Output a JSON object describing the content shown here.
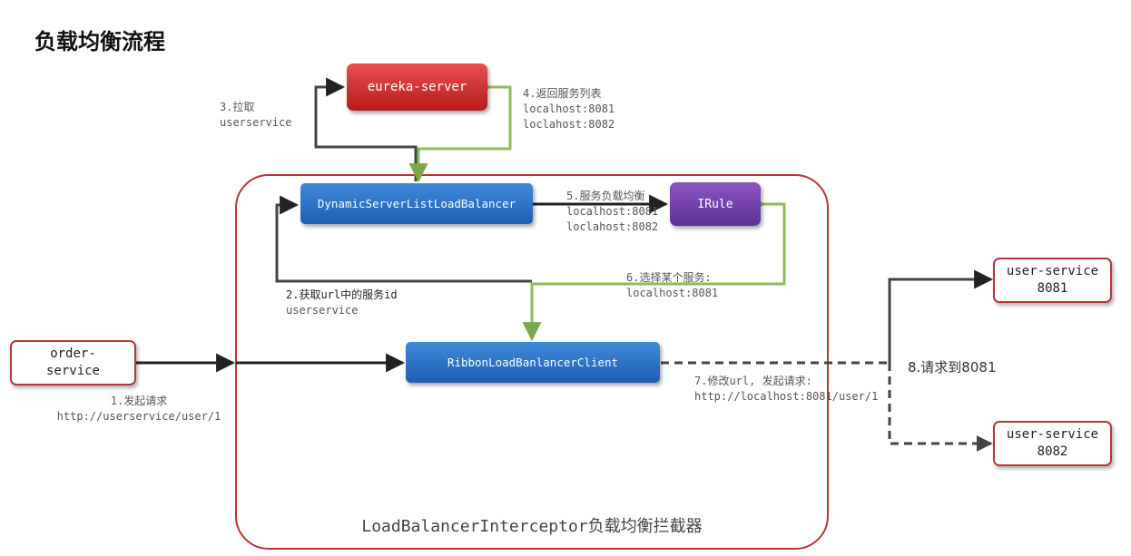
{
  "title": "负载均衡流程",
  "container": {
    "label": "LoadBalancerInterceptor负载均衡拦截器"
  },
  "nodes": {
    "eureka_server": "eureka-server",
    "dynamic_lb": "DynamicServerListLoadBalancer",
    "irule": "IRule",
    "ribbon_client": "RibbonLoadBanlancerClient",
    "order_service": [
      "order-",
      "service"
    ],
    "user_service_8081": [
      "user-service",
      "8081"
    ],
    "user_service_8082": [
      "user-service",
      "8082"
    ]
  },
  "steps": {
    "step1": [
      "1.发起请求",
      "http://userservice/user/1"
    ],
    "step2": [
      "2.获取url中的服务id",
      "userservice"
    ],
    "step3": [
      "3.拉取",
      "userservice"
    ],
    "step4": [
      "4.返回服务列表",
      "localhost:8081",
      "loclahost:8082"
    ],
    "step5": [
      "5.服务负载均衡",
      "localhost:8081",
      "loclahost:8082"
    ],
    "step6": [
      "6.选择某个服务:",
      "localhost:8081"
    ],
    "step7": [
      "7.修改url, 发起请求:",
      "http://localhost:8081/user/1"
    ],
    "step8": "8.请求到8081"
  },
  "colors": {
    "dark_line": "#333333",
    "green_line": "#8dbb5a",
    "container_border": "#b83535"
  }
}
